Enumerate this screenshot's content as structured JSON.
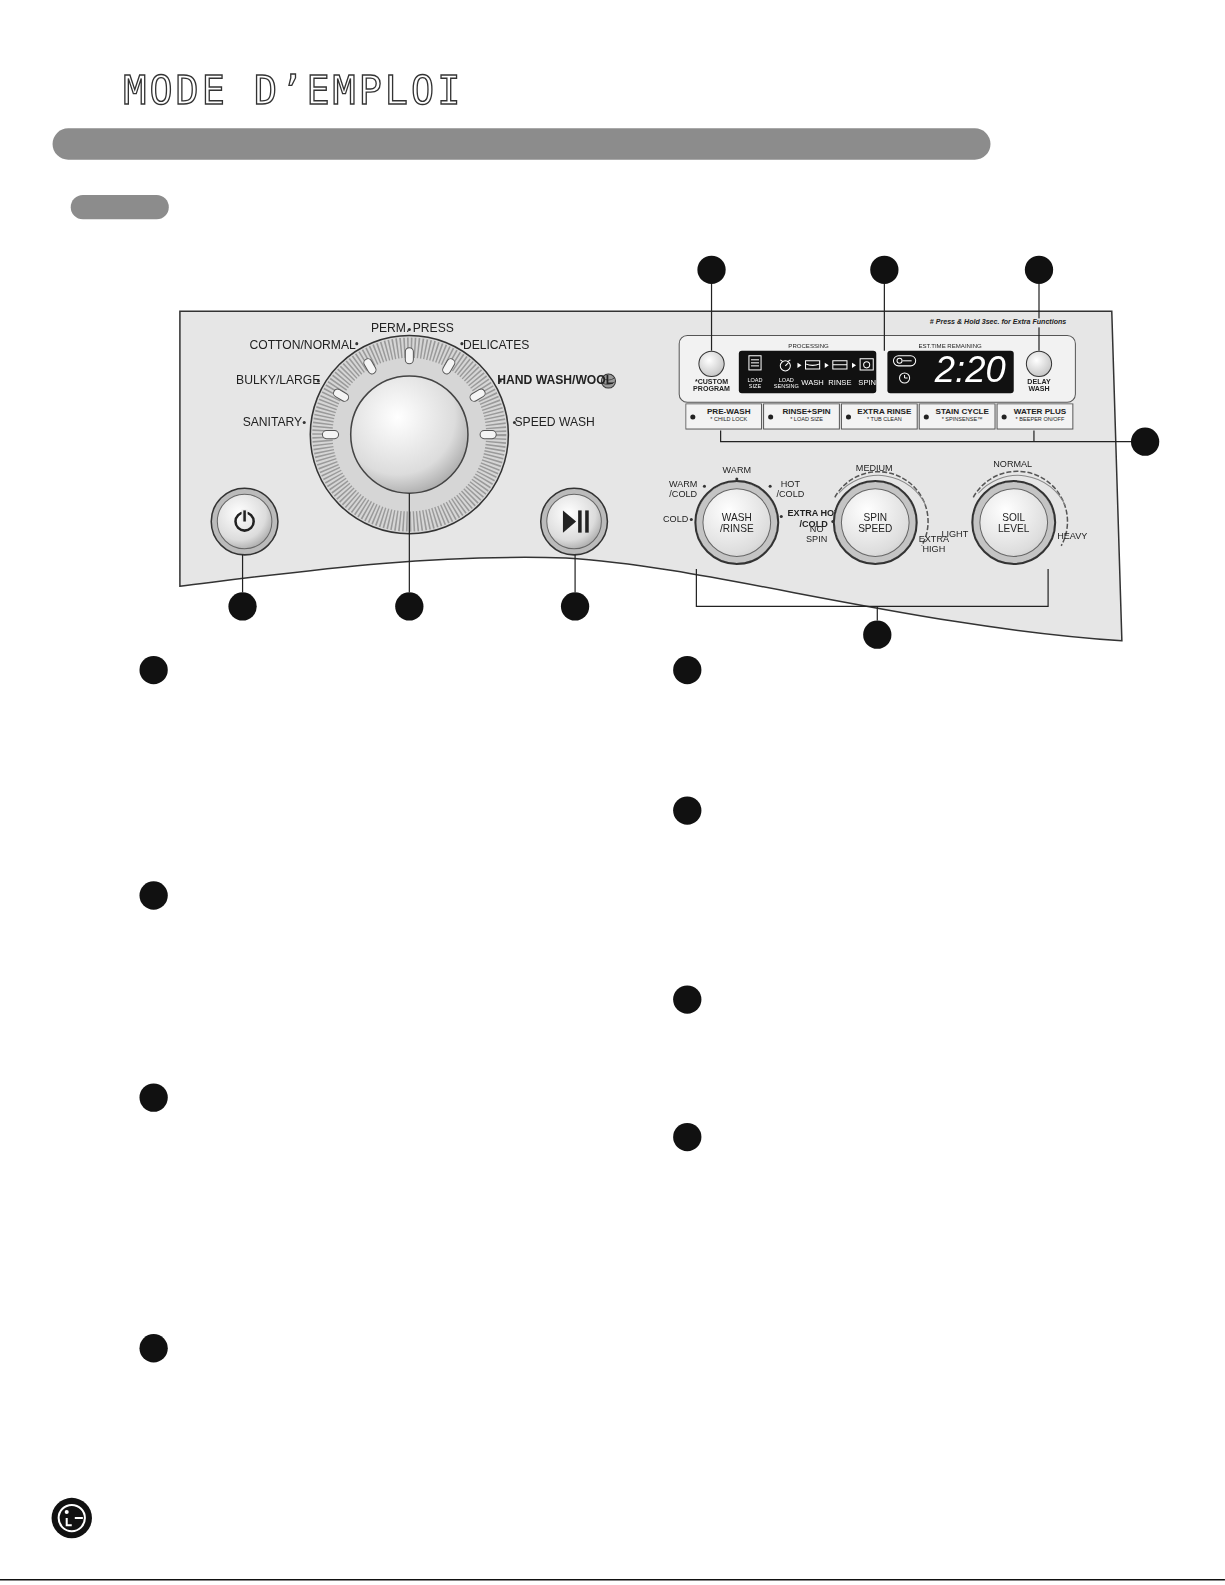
{
  "diagram": {
    "title": "MODE D’EMPLOI",
    "nodes": [
      {
        "text": [
          "*CUSTOM PROGRAM"
        ]
      },
      {
        "text": [
          "DELAY WASH"
        ]
      },
      {
        "text": [
          "PRE-WASH",
          "* CHILD LOCK"
        ]
      },
      {
        "text": [
          "RINSE+SPIN",
          "* LOAD SIZE"
        ]
      },
      {
        "text": [
          "EXTRA RINSE",
          "* TUB CLEAN"
        ]
      },
      {
        "text": [
          "STAIN CYCLE",
          "* SPINSENSE™"
        ]
      },
      {
        "text": [
          "WATER PLUS",
          "* BEEPER ON/OFF"
        ]
      },
      {
        "text": [
          "WASH /RINSE"
        ]
      },
      {
        "text": [
          "SPIN SPEED"
        ]
      },
      {
        "text": [
          "SOIL LEVEL"
        ]
      }
    ],
    "labels": [
      "PERM. PRESS",
      "COTTON/NORMAL",
      "DELICATES",
      "BULKY/LARGE",
      "HAND WASH/WOOL",
      "SANITARY",
      "SPEED WASH",
      "# Press & Hold 3sec. for Extra Functions",
      "PROCESSING",
      "EST.TIME REMAINING",
      "LOAD SIZE",
      "LOAD SENSING",
      "WASH",
      "RINSE",
      "SPIN",
      "2:20",
      "WARM",
      "WARM /COLD",
      "HOT /COLD",
      "COLD",
      "EXTRA HOT /COLD",
      "MEDIUM",
      "NO SPIN",
      "EXTRA HIGH",
      "NORMAL",
      "LIGHT",
      "HEAVY"
    ]
  }
}
